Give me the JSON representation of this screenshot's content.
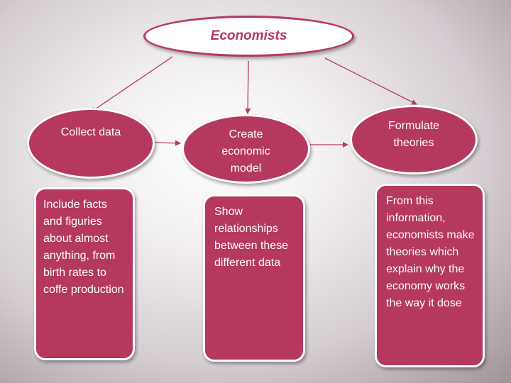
{
  "colors": {
    "fill": "#b5385f",
    "arrow": "#b5385f",
    "outline": "#ffffff"
  },
  "root": {
    "label": "Economists"
  },
  "steps": [
    {
      "label": "Collect data",
      "description": "Include facts and figuries about almost anything, from birth rates to coffe production"
    },
    {
      "label": "Create economic model",
      "description": "Show relationships between these different data"
    },
    {
      "label": "Formulate theories",
      "description": "From this information, economists make theories which explain why the economy works the way it dose"
    }
  ]
}
